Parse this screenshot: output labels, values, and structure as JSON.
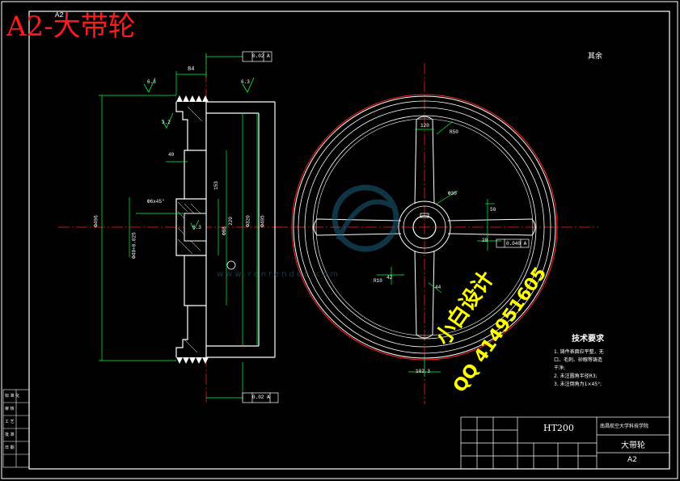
{
  "drawing": {
    "title": "A2-大带轮",
    "sheet_label": "A2",
    "roughness_note": "其余",
    "material": "HT200",
    "school": "南昌航空大学科技学院",
    "part_name": "大带轮",
    "sheet_size": "A2",
    "stamp_line1": "小白设计",
    "stamp_line2": "QQ 414951605",
    "watermark_url": "www.renrendoc.com"
  },
  "dimensions": {
    "width_top": "84",
    "d_outer": "Φ496",
    "d_rim": "Φ320",
    "d_rim2": "Φ405",
    "d_hub": "Φ88",
    "d_bore": "Φ30",
    "chamfer": "Φ6x45°",
    "keyway": "Φ40+0.025",
    "spoke_width": "120",
    "spoke_r": "R50",
    "hub_dim": "50",
    "arm_r": "R10",
    "tol_top": "0.02 A",
    "tol_bottom": "0.02 A",
    "tol_key": "0.040 A",
    "roughness_a": "6.3",
    "roughness_b": "6.3",
    "roughness_c": "3.2",
    "roughness_d": "6.3",
    "section_len": "40",
    "dim_153": "153",
    "dim_220": "220",
    "dim_42": "42",
    "dim_44": "44",
    "dim_102": "102.3",
    "dim_28": "28"
  },
  "tech_requirements": {
    "heading": "技术要求",
    "items": [
      "1. 铸件表面应平整，无",
      "口、毛刺、砂眼等铸造",
      "干净;",
      "2. 未注圆角半径R3;",
      "3. 未注倒角为1×45°;"
    ]
  },
  "title_block_left": [
    "标 准 化",
    "审 核",
    "工 艺",
    "批 准",
    "日 期"
  ]
}
